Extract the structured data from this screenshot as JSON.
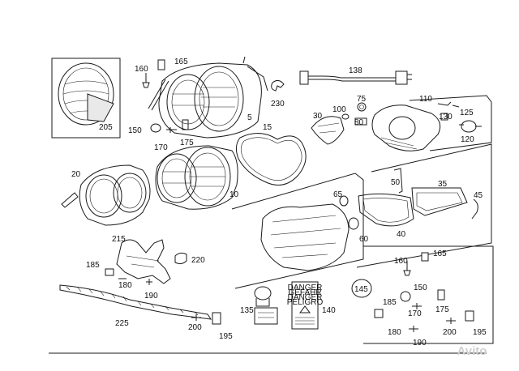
{
  "diagram": {
    "labels": {
      "l5": "5",
      "l10": "10",
      "l15": "15",
      "l20": "20",
      "l30": "30",
      "l35": "35",
      "l40": "40",
      "l45": "45",
      "l50": "50",
      "l60": "60",
      "l65": "65",
      "l75": "75",
      "l80": "80",
      "l100": "100",
      "l110": "110",
      "l120": "120",
      "l125": "125",
      "l130": "130",
      "l135": "135",
      "l138": "138",
      "l140": "140",
      "l150": "150",
      "l160": "160",
      "l165": "165",
      "l170": "170",
      "l175": "175",
      "l180": "180",
      "l185": "185",
      "l190": "190",
      "l195": "195",
      "l200": "200",
      "l205": "205",
      "l215": "215",
      "l220": "220",
      "l225": "225",
      "l230": "230",
      "k145": "145",
      "k150": "150",
      "k160": "160",
      "k165": "165",
      "k170": "170",
      "k175": "175",
      "k180": "180",
      "k185": "185",
      "k190": "190",
      "k195": "195",
      "k200": "200"
    },
    "warning_label": {
      "line1": "DANGER",
      "line2": "GEFAHR",
      "line3": "DANGER",
      "line4": "PELIGRO"
    },
    "watermark": "Avito"
  }
}
